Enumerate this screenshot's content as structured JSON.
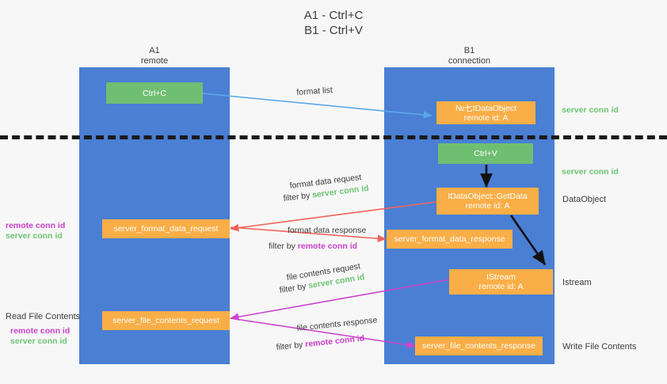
{
  "title": {
    "line1": "A1 - Ctrl+C",
    "line2": "B1 - Ctrl+V"
  },
  "lanes": [
    {
      "name": "A1",
      "sub": "remote"
    },
    {
      "name": "B1",
      "sub": "connection"
    }
  ],
  "boxes": {
    "ctrl_c": "Ctrl+C",
    "ctrl_v": "Ctrl+V",
    "idataobject_line1": "№七IDataObject",
    "idataobject_line2": "remote id: A",
    "getdata_line1": "IDataObject::GetData",
    "getdata_line2": "remote id: A",
    "istream_line1": "IStream",
    "istream_line2": "remote id: A",
    "server_format_data_request": "server_format_data_request",
    "server_format_data_response": "server_format_data_response",
    "server_file_contents_request": "server_file_contents_request",
    "server_file_contents_response": "server_file_contents_response"
  },
  "edge_labels": {
    "format_list": "format list",
    "format_data_request": "format data request",
    "format_data_request_filter_prefix": "filter by ",
    "format_data_request_filter_value": "server conn id",
    "format_data_response": "format data response",
    "format_data_response_filter_prefix": "filter by ",
    "format_data_response_filter_value": "remote conn id",
    "file_contents_request": "file contents request",
    "file_contents_request_filter_prefix": "filter by ",
    "file_contents_request_filter_value": "server conn id",
    "file_contents_response": "file contents response",
    "file_contents_response_filter_prefix": "filter by ",
    "file_contents_response_filter_value": "remote conn id"
  },
  "annotations": {
    "right_server_conn_id_top": "server conn id",
    "right_server_conn_id_mid": "server conn id",
    "dataobject": "DataObject",
    "istream": "Istream",
    "write_file_contents": "Write File Contents",
    "left_remote_conn_id_1": "remote conn id",
    "left_server_conn_id_1": "server conn id",
    "read_file_contents": "Read File Contents",
    "left_remote_conn_id_2": "remote conn id",
    "left_server_conn_id_2": "server conn id"
  },
  "colors": {
    "lane": "#4a7fd4",
    "green_box": "#6fbf73",
    "orange_box": "#f9ae47",
    "green_text": "#6cc472",
    "magenta_text": "#c840c8",
    "arrow_blue": "#5aa9e6",
    "arrow_red": "#f0645a",
    "arrow_magenta": "#cc44cc",
    "arrow_black": "#111111",
    "background": "#f7f7f7"
  }
}
